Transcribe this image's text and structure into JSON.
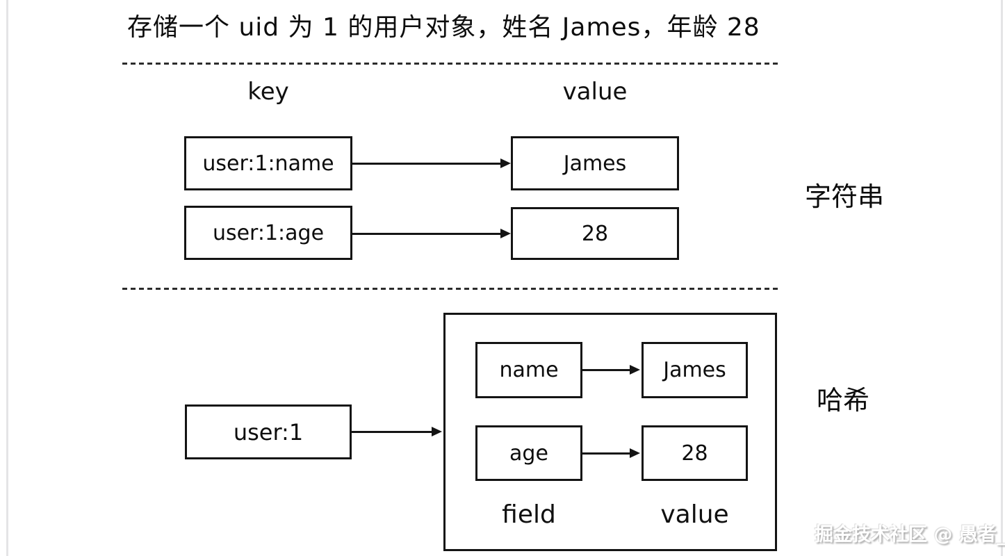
{
  "title": "存储一个 uid 为 1 的用户对象，姓名 James，年龄 28",
  "string_section": {
    "key_header": "key",
    "value_header": "value",
    "rows": [
      {
        "key": "user:1:name",
        "value": "James"
      },
      {
        "key": "user:1:age",
        "value": "28"
      }
    ],
    "label": "字符串"
  },
  "hash_section": {
    "key": "user:1",
    "entries": [
      {
        "field": "name",
        "value": "James"
      },
      {
        "field": "age",
        "value": "28"
      }
    ],
    "field_header": "field",
    "value_header": "value",
    "label": "哈希"
  },
  "watermark": "掘金技术社区 @ 愚者_",
  "colors": {
    "stroke": "#141414",
    "background": "#ffffff",
    "watermark_text": "#ffffff"
  }
}
